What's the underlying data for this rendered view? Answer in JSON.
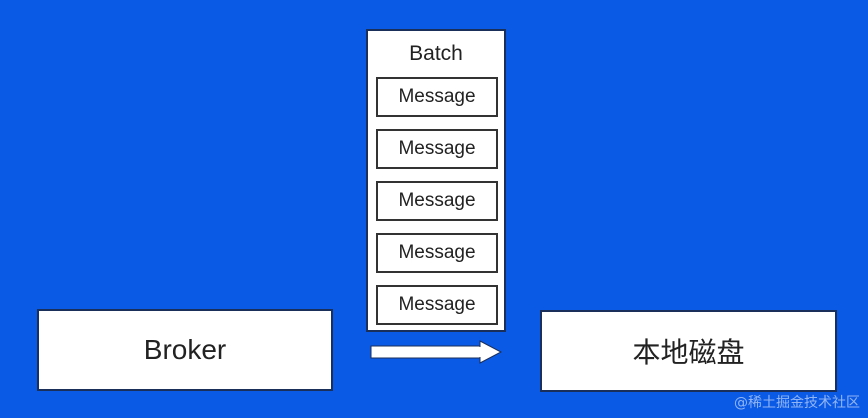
{
  "nodes": {
    "broker": "Broker",
    "disk": "本地磁盘"
  },
  "batch": {
    "title": "Batch",
    "messages": [
      "Message",
      "Message",
      "Message",
      "Message",
      "Message"
    ]
  },
  "watermark": "@稀土掘金技术社区",
  "colors": {
    "background": "#0a5ae6",
    "box": "#ffffff",
    "border": "#1a2f5a"
  },
  "icons": {
    "flow": "arrow-right-icon"
  }
}
